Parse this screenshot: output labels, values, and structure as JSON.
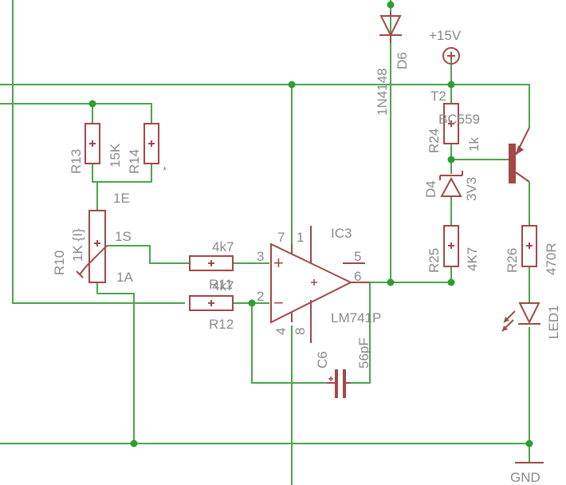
{
  "colors": {
    "wire": "#4aa64a",
    "component": "#a24848",
    "label": "#8a8a8a",
    "junction": "#2e9e2e",
    "background": "#ffffff"
  },
  "labels": {
    "d6_part": "1N4148",
    "d6_name": "D6",
    "vcc": "+15V",
    "t2_name": "T2",
    "t2_part": "BC559",
    "r24_name": "R24",
    "r24_value": "1k",
    "d4_name": "D4",
    "d4_value": "3V3",
    "r25_name": "R25",
    "r25_value": "4K7",
    "r26_name": "R26",
    "r26_value": "470R",
    "led1_name": "LED1",
    "gnd": "GND",
    "r13_name": "R13",
    "r13_value": "15K",
    "r14_name": "R14",
    "r14_value": "*",
    "r10_name": "R10",
    "r10_value": "1K {I}",
    "r10_pin_e": "1E",
    "r10_pin_s": "1S",
    "r10_pin_a": "1A",
    "r11_value": "4k7",
    "r11_name": "R11",
    "r12_value": "4k7",
    "r12_name": "R12",
    "ic3_name": "IC3",
    "ic3_part": "LM741P",
    "pin7": "7",
    "pin1": "1",
    "pin5": "5",
    "pin3": "3",
    "pin2": "2",
    "pin6": "6",
    "pin4": "4",
    "pin8": "8",
    "plus": "+",
    "minus": "−",
    "c6_name": "C6",
    "c6_value": "56pF"
  }
}
